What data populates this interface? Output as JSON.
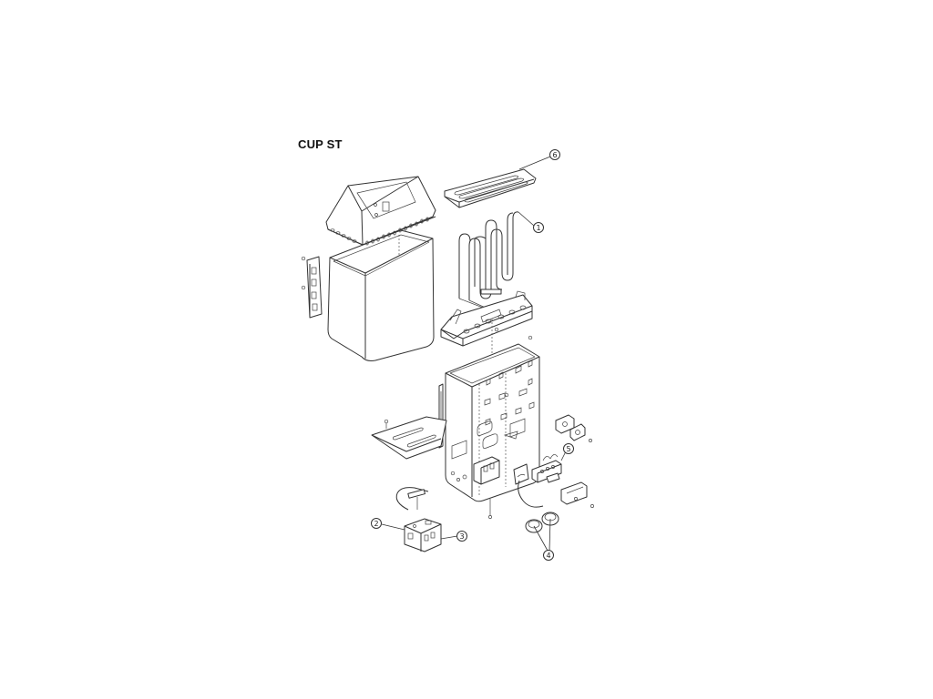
{
  "title": "CUP ST",
  "callouts": [
    {
      "number": "1"
    },
    {
      "number": "2"
    },
    {
      "number": "3"
    },
    {
      "number": "4"
    },
    {
      "number": "5"
    },
    {
      "number": "6"
    }
  ]
}
